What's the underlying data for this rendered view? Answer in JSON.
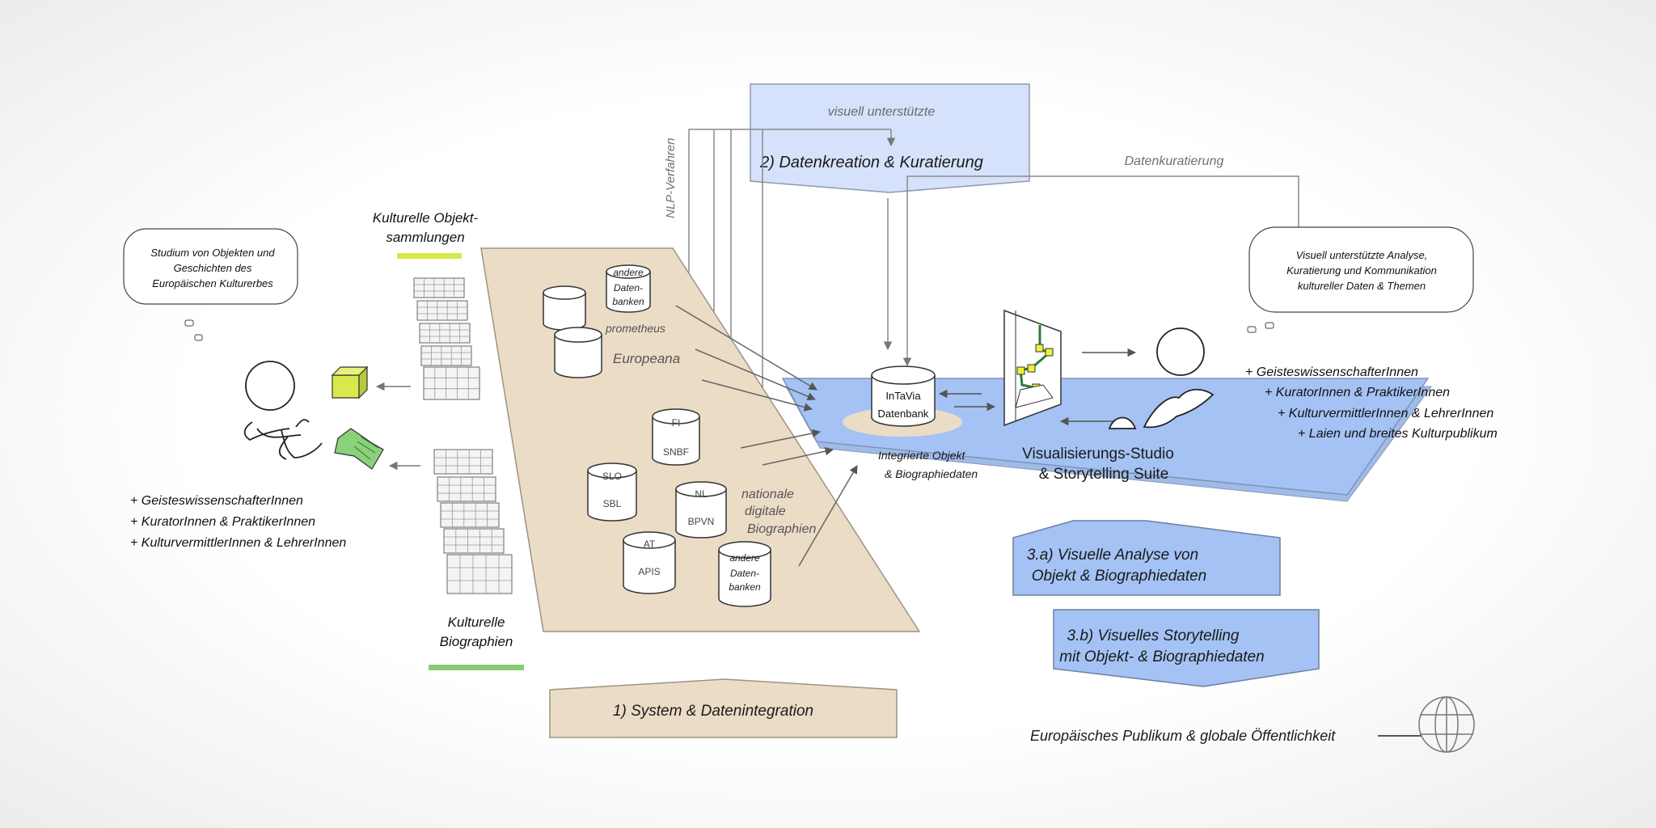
{
  "colors": {
    "accent_blue": "#a4c2f4",
    "light_blue": "#d6e2fb",
    "tan": "#ebdcc6",
    "gray_text": "#707070",
    "yellow_green": "#d9e84a",
    "green": "#88cc77"
  },
  "labels": {
    "visuell_unterstuetzte": "visuell unterstützte",
    "datenkreation": "2) Datenkreation & Kuratierung",
    "datenkuratierung": "Datenkuratierung",
    "nlp": "NLP-Verfahren",
    "objekt_sammlungen_1": "Kulturelle Objekt-",
    "objekt_sammlungen_2": "sammlungen",
    "kulturelle_bio_1": "Kulturelle",
    "kulturelle_bio_2": "Biographien",
    "prometheus": "prometheus",
    "europeana": "Europeana",
    "nationale_1": "nationale",
    "nationale_2": "digitale",
    "nationale_3": "Biographien",
    "intavia_1": "InTaVia",
    "intavia_2": "Datenbank",
    "integrierte_1": "Integrierte Objekt",
    "integrierte_2": "& Biographiedaten",
    "studio_1": "Visualisierungs-Studio",
    "studio_2": "& Storytelling Suite",
    "system": "1) System & Datenintegration",
    "analyse_1": "3.a) Visuelle Analyse von",
    "analyse_2": "Objekt & Biographiedaten",
    "storytelling_1": "3.b) Visuelles Storytelling",
    "storytelling_2": "mit Objekt- & Biographiedaten",
    "publikum": "Europäisches Publikum & globale Öffentlichkeit"
  },
  "databases": {
    "andere_1": "andere",
    "andere_2": "Daten-",
    "andere_3": "banken",
    "fi": "FI",
    "snbf": "SNBF",
    "slo": "SLO",
    "sbl": "SBL",
    "nl": "NL",
    "bpvn": "BPVN",
    "at": "AT",
    "apis": "APIS"
  },
  "bubble_left": {
    "line1": "Studium von Objekten und",
    "line2": "Geschichten des",
    "line3": "Europäischen Kulturerbes"
  },
  "bubble_right": {
    "line1": "Visuell unterstützte Analyse,",
    "line2": "Kuratierung und  Kommunikation",
    "line3": "kultureller Daten & Themen"
  },
  "audience_left": [
    "+ GeisteswissenschafterInnen",
    "+ KuratorInnen & PraktikerInnen",
    "+ KulturvermittlerInnen & LehrerInnen"
  ],
  "audience_right": [
    "+ GeisteswissenschafterInnen",
    "+ KuratorInnen & PraktikerInnen",
    "+ KulturvermittlerInnen & LehrerInnen",
    "+ Laien und breites Kulturpublikum"
  ]
}
